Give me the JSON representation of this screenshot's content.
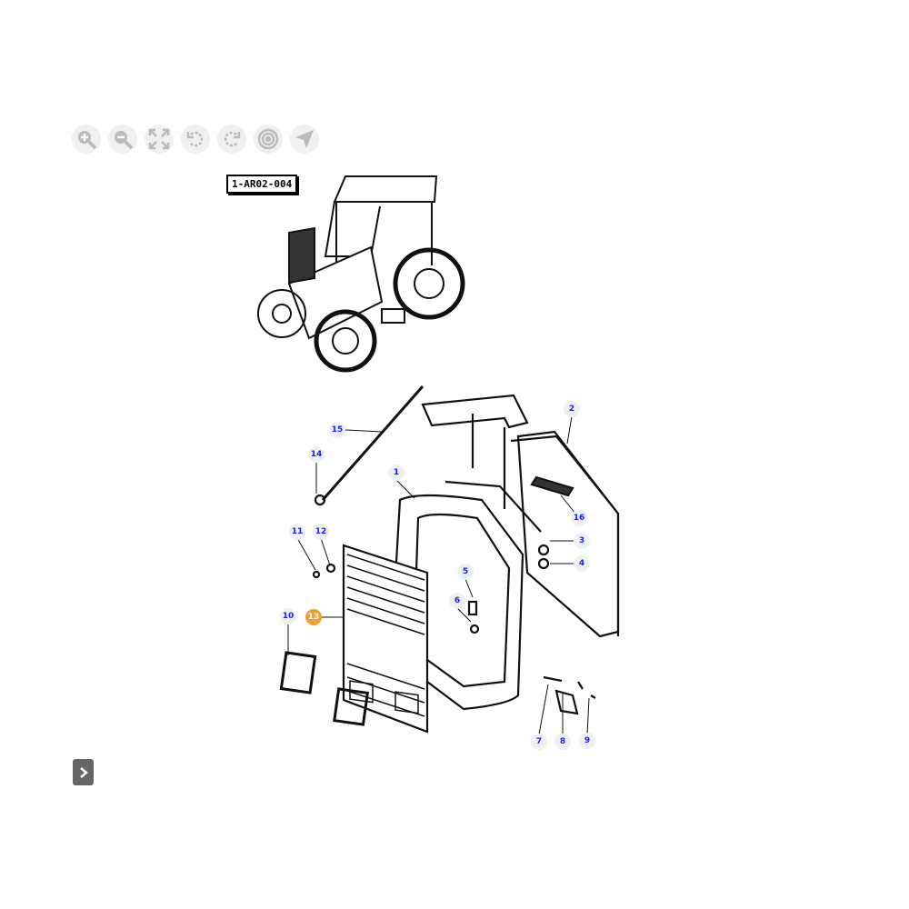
{
  "toolbar": {
    "buttons": [
      {
        "name": "zoom-in-icon"
      },
      {
        "name": "zoom-out-icon"
      },
      {
        "name": "fit-screen-icon"
      },
      {
        "name": "rotate-left-icon"
      },
      {
        "name": "rotate-right-icon"
      },
      {
        "name": "target-icon"
      },
      {
        "name": "navigate-icon"
      }
    ]
  },
  "diagram": {
    "reference": "1-AR02-004",
    "callouts": [
      "1",
      "2",
      "3",
      "4",
      "5",
      "6",
      "7",
      "8",
      "9",
      "10",
      "11",
      "12",
      "13",
      "14",
      "15",
      "16"
    ],
    "active_callout": "13",
    "colors": {
      "callout_text": "#1a1aff",
      "callout_active": "#f0a030"
    }
  }
}
